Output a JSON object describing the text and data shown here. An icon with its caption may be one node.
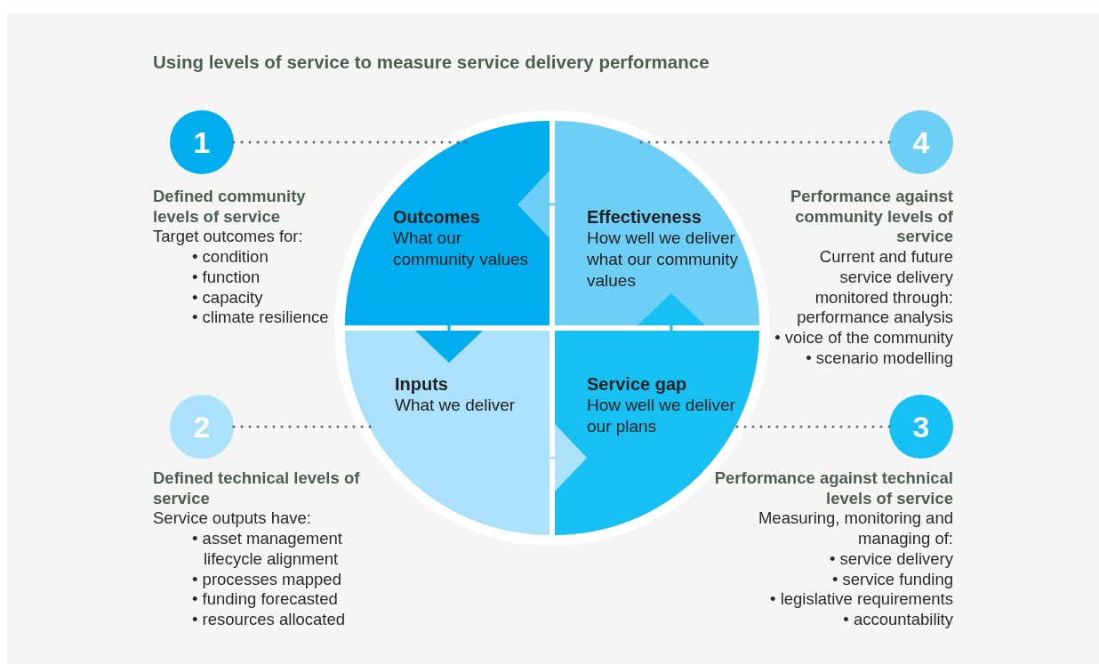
{
  "diagram": {
    "title": "Using levels of service to measure service delivery performance",
    "nodes": [
      {
        "text": [
          "1"
        ],
        "beside": [
          "Defined community levels of service",
          "Target outcomes for:",
          "• condition",
          "• function",
          "• capacity",
          "• climate resilience"
        ]
      },
      {
        "text": [
          "Outcomes",
          "What our community values"
        ]
      },
      {
        "text": [
          "Effectiveness",
          "How well we deliver what our community values"
        ]
      },
      {
        "text": [
          "4"
        ],
        "beside": [
          "Performance against community levels of service",
          "Current and future service delivery monitored through: performance analysis",
          "• voice of the community",
          "• scenario modelling"
        ]
      },
      {
        "text": [
          "2"
        ],
        "beside": [
          "Defined technical levels of service",
          "Service outputs have:",
          "• asset management lifecycle alignment",
          "• processes mapped",
          "• funding forecasted",
          "• resources allocated"
        ]
      },
      {
        "text": [
          "Inputs",
          "What we deliver"
        ]
      },
      {
        "text": [
          "Service gap",
          "How well we deliver our plans"
        ]
      },
      {
        "text": [
          "3"
        ],
        "beside": [
          "Performance against technical levels of service",
          "Measuring, monitoring and managing of:",
          "• service delivery",
          "• service funding",
          "• legislative requirements",
          "• accountability"
        ]
      }
    ],
    "edges": [
      {
        "from": 0,
        "to": 1,
        "arrow": "none",
        "style": "dashed"
      },
      {
        "from": 3,
        "to": 2,
        "arrow": "none",
        "style": "dashed"
      },
      {
        "from": 4,
        "to": 5,
        "arrow": "none",
        "style": "dashed"
      },
      {
        "from": 7,
        "to": 6,
        "arrow": "none",
        "style": "dashed"
      },
      {
        "from": 1,
        "to": 5,
        "arrow": "to",
        "color": "#00aeef"
      },
      {
        "from": 5,
        "to": 6,
        "arrow": "to",
        "color": "#abe1fa"
      },
      {
        "from": 6,
        "to": 2,
        "arrow": "to",
        "color": "#17c0f2"
      },
      {
        "from": 2,
        "to": 1,
        "arrow": "to",
        "color": "#6dcff6"
      }
    ]
  }
}
